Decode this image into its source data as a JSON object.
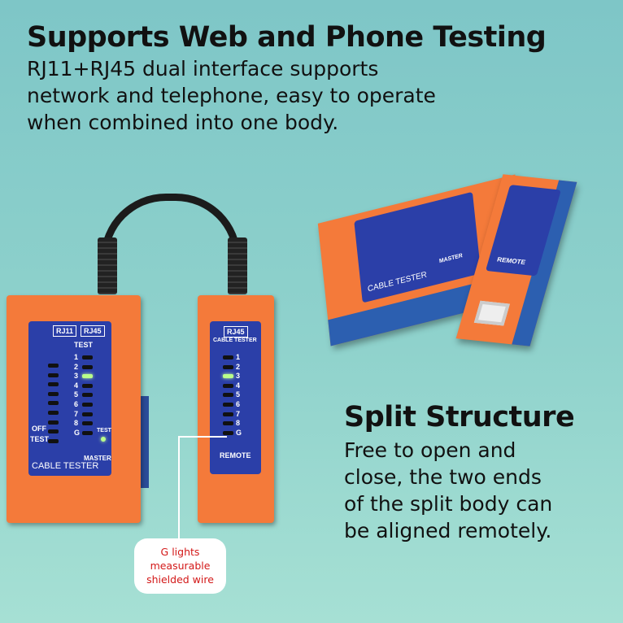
{
  "heading": {
    "title": "Supports Web and Phone Testing",
    "lines": [
      "RJ11+RJ45 dual interface supports",
      "network and telephone, easy to operate",
      "when combined into one body."
    ]
  },
  "split": {
    "title": "Split Structure",
    "lines": [
      "Free to open and",
      "close, the two ends",
      "of the split body can",
      "be aligned remotely."
    ]
  },
  "callout": {
    "lines": [
      "G lights",
      "measurable",
      "shielded wire"
    ]
  },
  "master": {
    "ports": [
      "RJ11",
      "RJ45"
    ],
    "test_label": "TEST",
    "pins": [
      "1",
      "2",
      "3",
      "4",
      "5",
      "6",
      "7",
      "8",
      "G"
    ],
    "off": "OFF",
    "test_switch": "TEST",
    "test_led": "TEST",
    "master": "MASTER",
    "name": "CABLE TESTER",
    "lit_pin": "3"
  },
  "remote": {
    "port": "RJ45",
    "name": "CABLE TESTER",
    "pins": [
      "1",
      "2",
      "3",
      "4",
      "5",
      "6",
      "7",
      "8",
      "G"
    ],
    "label": "REMOTE",
    "lit_pin": "3"
  },
  "colors": {
    "body": "#f47a3a",
    "panel": "#2b3fa8",
    "accent": "#d31818"
  }
}
